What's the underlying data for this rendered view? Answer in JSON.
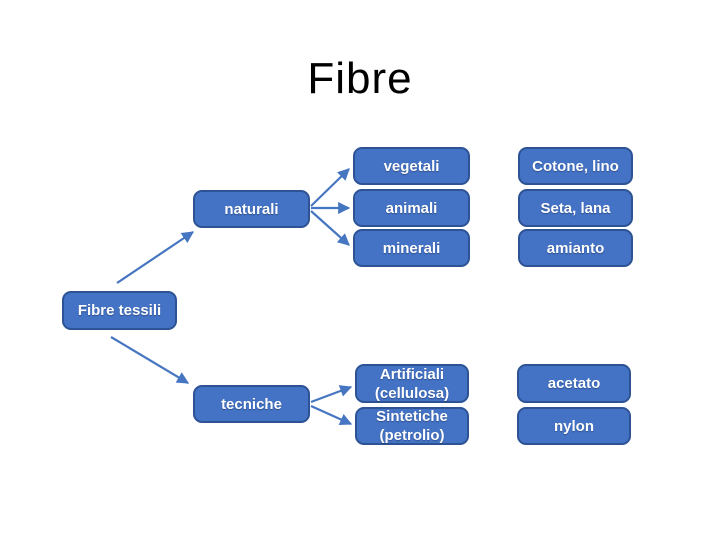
{
  "title": "Fibre",
  "colors": {
    "box_fill": "#4472C4",
    "box_border": "#2E5395",
    "arrow": "#4676C1",
    "title_color": "#000000"
  },
  "nodes": {
    "root": {
      "label": "Fibre tessili"
    },
    "naturali": {
      "label": "naturali"
    },
    "tecniche": {
      "label": "tecniche"
    },
    "vegetali": {
      "label": "vegetali"
    },
    "animali": {
      "label": "animali"
    },
    "minerali": {
      "label": "minerali"
    },
    "artificiali": {
      "line1": "Artificiali",
      "line2": "(cellulosa)"
    },
    "sintetiche": {
      "line1": "Sintetiche",
      "line2": "(petrolio)"
    },
    "cotone": {
      "label": "Cotone, lino"
    },
    "seta": {
      "label": "Seta, lana"
    },
    "amianto": {
      "label": "amianto"
    },
    "acetato": {
      "label": "acetato"
    },
    "nylon": {
      "label": "nylon"
    }
  }
}
